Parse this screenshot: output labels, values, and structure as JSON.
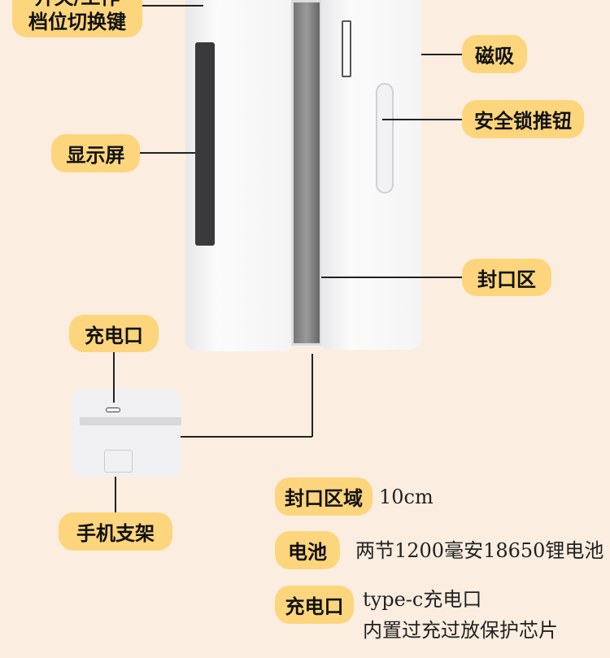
{
  "labels": {
    "switch_line1": "开关/工作",
    "switch_line2": "档位切换键",
    "display": "显示屏",
    "magnet": "磁吸",
    "safety_lock": "安全锁推钮",
    "seal_area": "封口区",
    "charge_port": "充电口",
    "phone_stand": "手机支架"
  },
  "specs": [
    {
      "label": "封口区域",
      "value": "10cm"
    },
    {
      "label": "电池",
      "value": "两节1200毫安18650锂电池"
    },
    {
      "label": "充电口",
      "value": "type-c充电口",
      "value2": "内置过充过放保护芯片"
    }
  ],
  "colors": {
    "background": "#fbeee0",
    "pill": "#fdd57c"
  }
}
